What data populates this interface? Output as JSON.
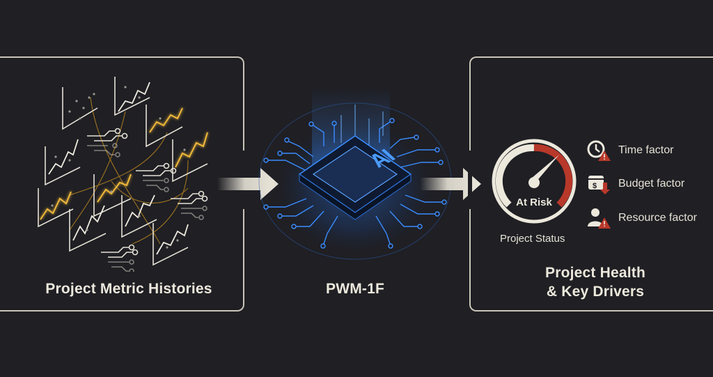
{
  "stages": [
    {
      "id": "input",
      "title": "Project Metric Histories",
      "icon": "chart-cluster-icon"
    },
    {
      "id": "model",
      "title": "PWM-1F",
      "chip_label": "AI",
      "icon": "ai-chip-icon"
    },
    {
      "id": "output",
      "title_line1": "Project Health",
      "title_line2": "& Key Drivers",
      "gauge": {
        "status": "At Risk",
        "caption": "Project Status"
      },
      "factors": [
        {
          "label": "Time factor",
          "icon": "clock-warning-icon"
        },
        {
          "label": "Budget factor",
          "icon": "wallet-down-icon"
        },
        {
          "label": "Resource factor",
          "icon": "user-warning-icon"
        }
      ]
    }
  ],
  "colors": {
    "background": "#1f1f24",
    "text": "#ece8dc",
    "accent_gold": "#e0a82a",
    "accent_blue": "#3a8cff",
    "risk_red": "#b8382a",
    "panel_border": "#c9c5b8"
  }
}
